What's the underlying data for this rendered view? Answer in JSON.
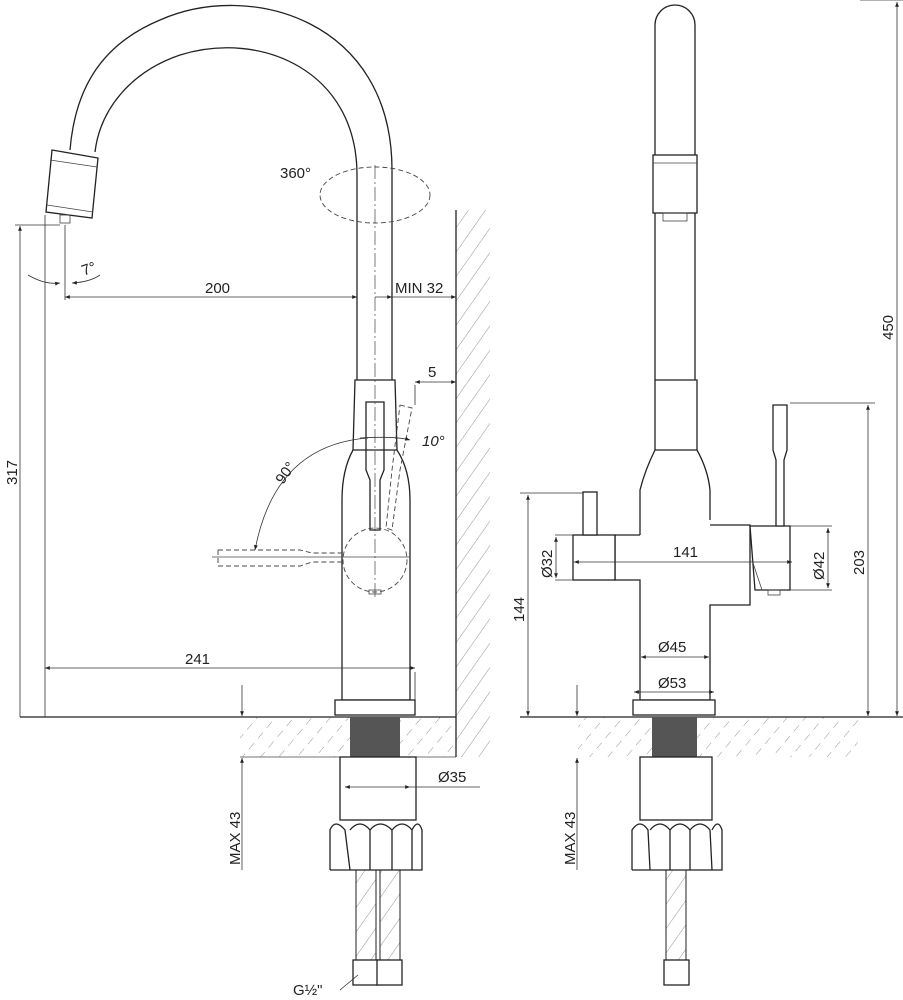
{
  "drawing": {
    "side_view": {
      "rotation_label": "360°",
      "spray_angle_label": "7°",
      "reach_label": "200",
      "wall_clearance_label": "MIN 32",
      "lever_gap_label": "5",
      "lever_tilt_label": "10°",
      "lever_swing_label": "90°",
      "spout_height_label": "317",
      "base_reach_label": "241",
      "shank_diameter_label": "Ø35",
      "max_counter_label": "MAX 43",
      "hose_thread_label": "G½\""
    },
    "front_view": {
      "total_height_label": "450",
      "lever_height_label": "203",
      "handle_height_label": "144",
      "handle_span_label": "141",
      "left_handle_diameter_label": "Ø32",
      "right_handle_diameter_label": "Ø42",
      "body_diameter_label": "Ø45",
      "flange_diameter_label": "Ø53",
      "max_counter_label": "MAX 43"
    }
  }
}
